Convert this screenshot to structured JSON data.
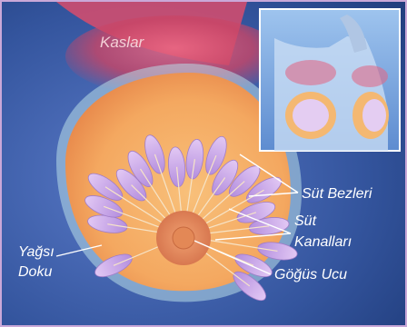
{
  "labels": {
    "muscles": "Kaslar",
    "milk_glands": "Süt Bezleri",
    "milk_ducts_line1": "Süt",
    "milk_ducts_line2": "Kanalları",
    "fatty_tissue_line1": "Yağsı",
    "fatty_tissue_line2": "Doku",
    "nipple": "Göğüs Ucu"
  },
  "colors": {
    "background": "#2e4f9a",
    "muscle_red": "#e0506a",
    "fat_orange": "#f4b060",
    "lobule_purple": "#c8a6e6"
  },
  "inset": {
    "subject": "torso-front-view"
  }
}
